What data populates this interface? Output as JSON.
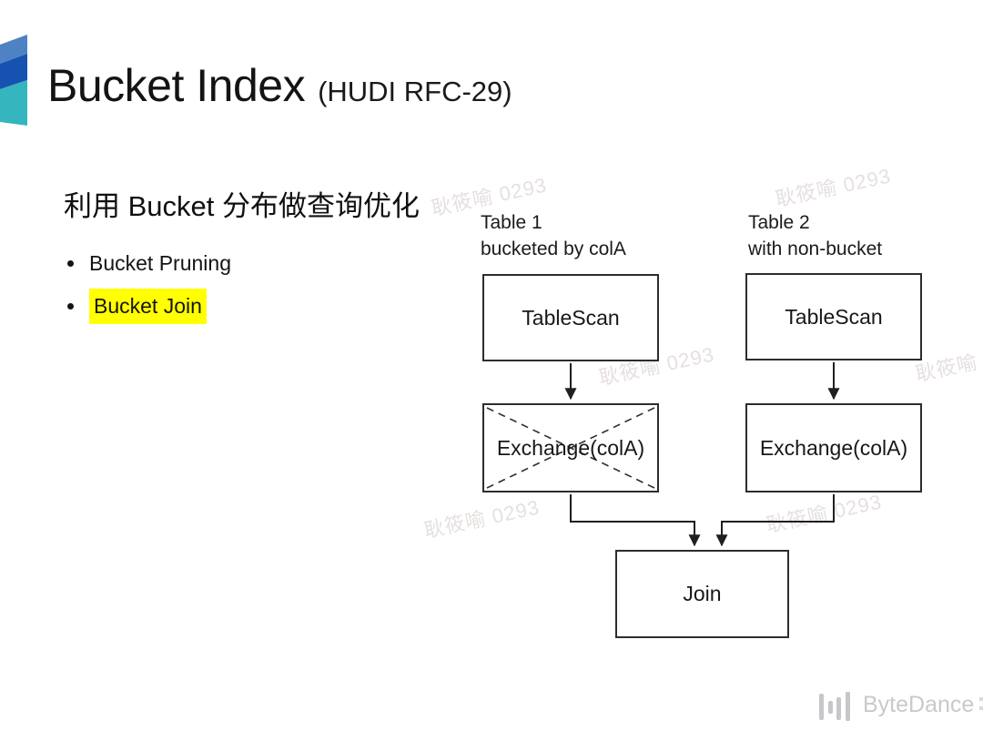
{
  "slide": {
    "title": "Bucket Index",
    "title_suffix": "(HUDI RFC-29)"
  },
  "left_panel": {
    "heading": "利用 Bucket 分布做查询优化",
    "bullets": [
      {
        "label": "Bucket Pruning",
        "highlighted": false
      },
      {
        "label": "Bucket Join",
        "highlighted": true
      }
    ],
    "highlight_color": "#ffff00"
  },
  "diagram": {
    "column1": {
      "caption_line1": "Table 1",
      "caption_line2": "bucketed by colA",
      "scan_node": "TableScan",
      "exchange_node": "Exchange(colA)",
      "exchange_crossed_out": true
    },
    "column2": {
      "caption_line1": "Table 2",
      "caption_line2": "with non-bucket",
      "scan_node": "TableScan",
      "exchange_node": "Exchange(colA)",
      "exchange_crossed_out": false
    },
    "join_node": "Join"
  },
  "watermark": {
    "text": "耿筱喻 0293"
  },
  "footer": {
    "brand": "ByteDance"
  },
  "colors": {
    "accent_light_blue": "#4d82c4",
    "accent_dark_blue": "#1652af",
    "accent_teal": "#35b5bd",
    "line": "#2d2d2d",
    "highlight": "#ffff00",
    "watermark": "#e6e0df",
    "brand_gray": "#c9c9cd"
  }
}
